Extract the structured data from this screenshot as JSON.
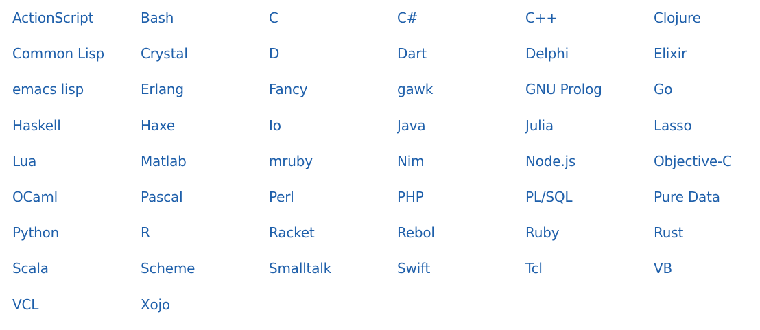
{
  "languages": [
    "ActionScript",
    "Bash",
    "C",
    "C#",
    "C++",
    "Clojure",
    "Common Lisp",
    "Crystal",
    "D",
    "Dart",
    "Delphi",
    "Elixir",
    "emacs lisp",
    "Erlang",
    "Fancy",
    "gawk",
    "GNU Prolog",
    "Go",
    "Haskell",
    "Haxe",
    "Io",
    "Java",
    "Julia",
    "Lasso",
    "Lua",
    "Matlab",
    "mruby",
    "Nim",
    "Node.js",
    "Objective-C",
    "OCaml",
    "Pascal",
    "Perl",
    "PHP",
    "PL/SQL",
    "Pure Data",
    "Python",
    "R",
    "Racket",
    "Rebol",
    "Ruby",
    "Rust",
    "Scala",
    "Scheme",
    "Smalltalk",
    "Swift",
    "Tcl",
    "VB",
    "VCL",
    "Xojo"
  ],
  "colors": {
    "link": "#1e5faa",
    "background": "#ffffff"
  }
}
